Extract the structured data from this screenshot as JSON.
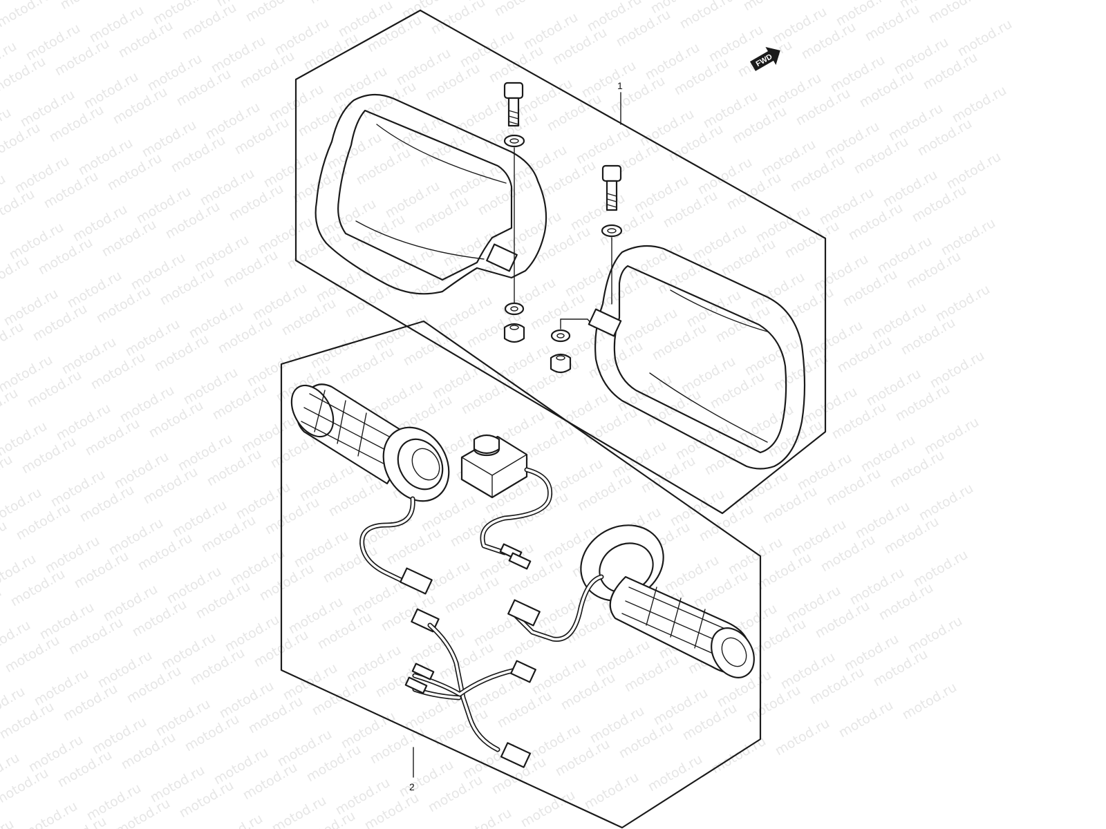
{
  "watermark": {
    "text": "motod.ru"
  },
  "fwd_indicator": {
    "label": "FWD"
  },
  "callouts": [
    {
      "id": "1",
      "label": "1"
    },
    {
      "id": "2",
      "label": "2"
    }
  ],
  "icons": [
    "fwd-arrow-icon"
  ],
  "colors": {
    "line": "#1a1a1a",
    "background": "#ffffff",
    "watermark": "#e6e6e6"
  }
}
